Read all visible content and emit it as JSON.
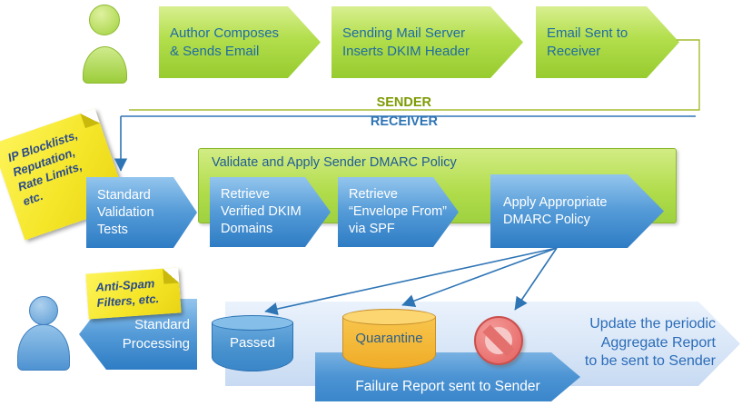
{
  "palette": {
    "sender_green": "#9ccb31",
    "receiver_blue": "#2e75b6",
    "sticky_yellow": "#f5e629",
    "quarantine_orange": "#f2b234",
    "blocked_red": "#e4706e",
    "sender_label_color": "#7d9b04",
    "receiver_label_color": "#2e74b5"
  },
  "sender": {
    "section_label": "SENDER",
    "steps": [
      "Author Composes\n& Sends Email",
      "Sending Mail Server\nInserts DKIM Header",
      "Email Sent to\nReceiver"
    ]
  },
  "receiver": {
    "section_label": "RECEIVER",
    "validation_step": "Standard\nValidation\nTests",
    "policy_box_title": "Validate and Apply Sender DMARC Policy",
    "policy_steps": [
      "Retrieve\nVerified DKIM\nDomains",
      "Retrieve\n“Envelope From”\nvia SPF",
      "Apply Appropriate\nDMARC Policy"
    ],
    "processing_step": "Standard\nProcessing"
  },
  "notes": [
    "IP Blocklists,\nReputation,\nRate Limits,\netc.",
    "Anti-Spam\nFilters, etc."
  ],
  "outcomes": {
    "passed": "Passed",
    "quarantine": "Quarantine",
    "aggregate_report": "Update the periodic\nAggregate Report\nto be sent to Sender",
    "failure_report": "Failure Report sent to Sender"
  }
}
